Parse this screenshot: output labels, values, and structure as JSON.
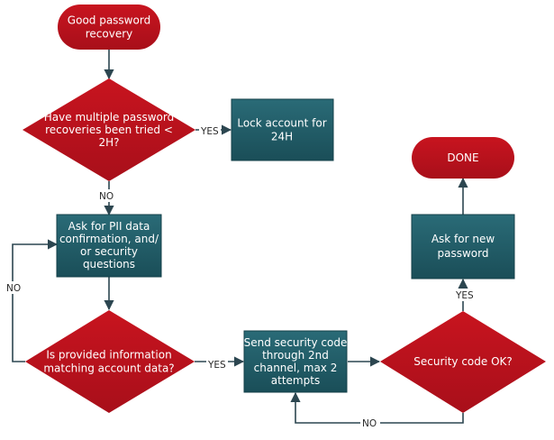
{
  "nodes": {
    "start": {
      "lines": [
        "Good password",
        "recovery"
      ]
    },
    "multiple_check": {
      "lines": [
        "Have multiple password",
        "recoveries been tried <",
        "2H?"
      ]
    },
    "lock": {
      "lines": [
        "Lock account for",
        "24H"
      ]
    },
    "ask_pii": {
      "lines": [
        "Ask for PII data",
        "confirmation, and/",
        "or security",
        "questions"
      ]
    },
    "info_match": {
      "lines": [
        "Is provided information",
        "matching account data?"
      ]
    },
    "send_code": {
      "lines": [
        "Send security code",
        "through 2nd",
        "channel, max 2",
        "attempts"
      ]
    },
    "code_ok": {
      "lines": [
        "Security code OK?"
      ]
    },
    "new_password": {
      "lines": [
        "Ask for new",
        "password"
      ]
    },
    "done": {
      "lines": [
        "DONE"
      ]
    }
  },
  "edge_labels": {
    "yes_lock": "YES",
    "no_pii": "NO",
    "no_loop": "NO",
    "yes_send": "YES",
    "yes_new": "YES",
    "no_retry": "NO"
  },
  "colors": {
    "terminal_fill": "#c0111f",
    "decision_fill": "#c0111f",
    "process_fill": "#1f5a66",
    "edge": "#2c4650"
  }
}
